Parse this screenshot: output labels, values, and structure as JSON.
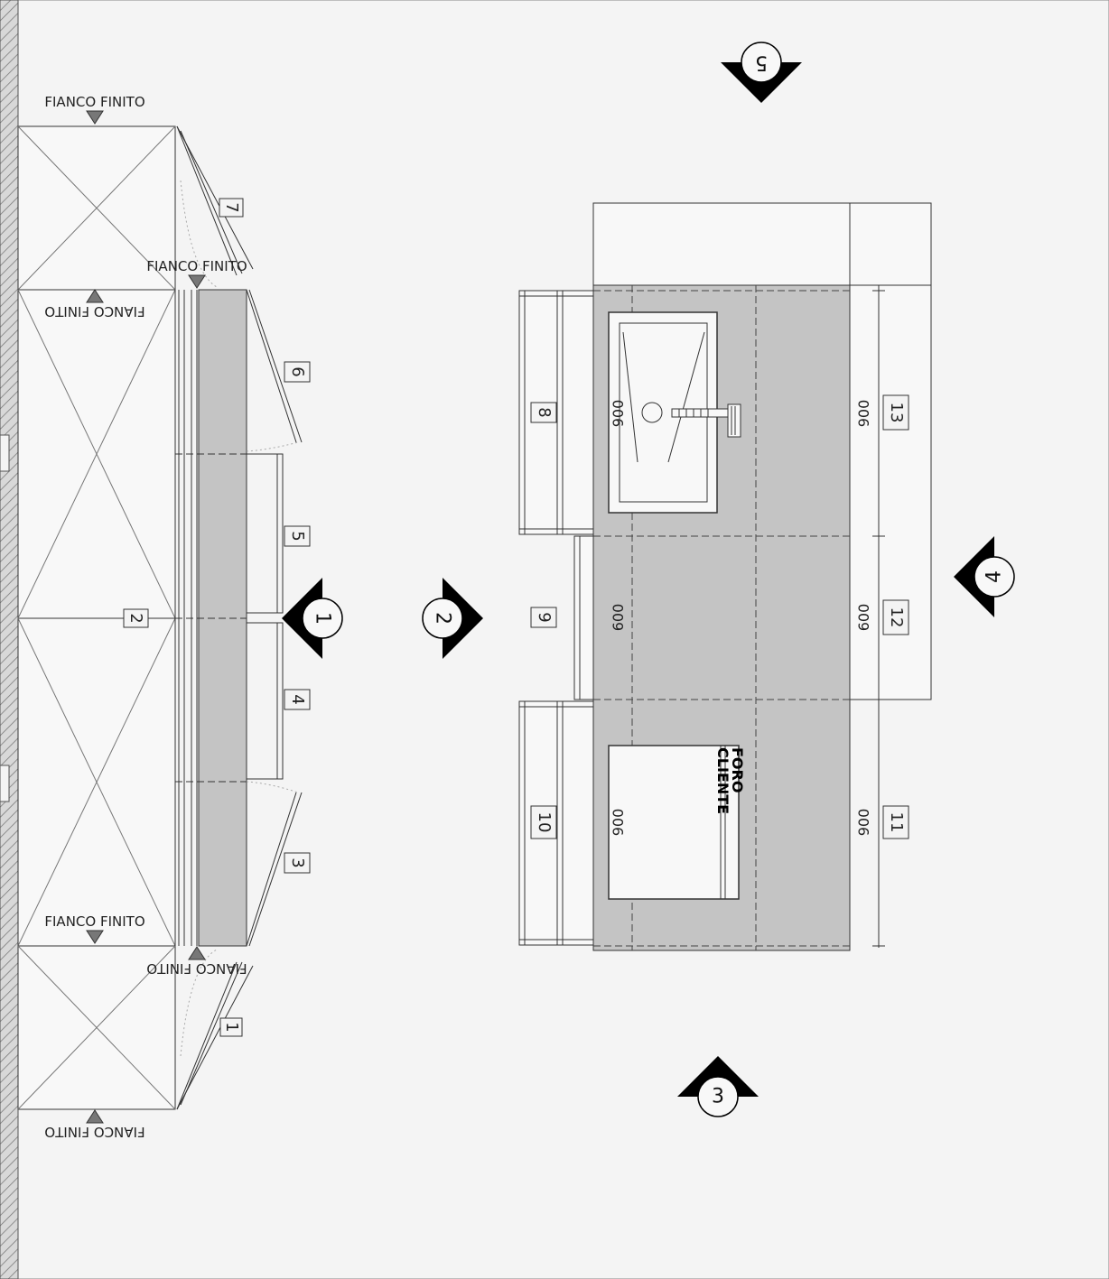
{
  "labels": {
    "fianco_finito": "FIANCO FINITO",
    "foro_cliente_line1": "FORO",
    "foro_cliente_line2": "CLIENTE"
  },
  "cabinet_numbers": [
    "1",
    "2",
    "3",
    "4",
    "5",
    "6",
    "7",
    "8",
    "9",
    "10",
    "11",
    "12",
    "13"
  ],
  "dimensions": {
    "inner": [
      "900",
      "600",
      "900"
    ],
    "outer": [
      "900",
      "600",
      "900"
    ]
  },
  "section_markers": [
    "1",
    "2",
    "3",
    "4",
    "5"
  ],
  "colors": {
    "background": "#f4f4f4",
    "counter_fill": "#c4c4c4",
    "line": "#333333",
    "marker": "#000000"
  }
}
